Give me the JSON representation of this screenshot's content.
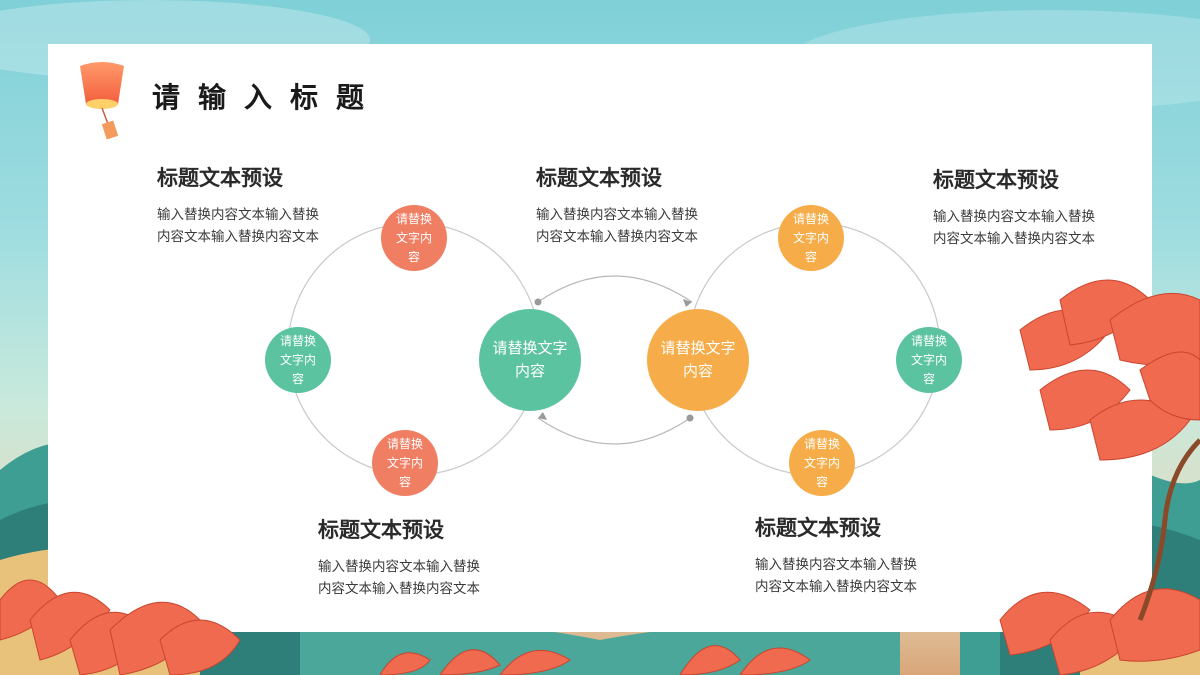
{
  "slide": {
    "title": "请输入标题",
    "colors": {
      "orange_red": "#f07e63",
      "teal": "#5cc3a1",
      "amber": "#f6ad49",
      "ring": "#c9c9c9",
      "text": "#2a2a2a"
    }
  },
  "icons": {
    "lantern": "sky-lantern-icon",
    "flowers": "red-flower-decoration"
  },
  "text_blocks": [
    {
      "heading": "标题文本预设",
      "body": "输入替换内容文本输入替换内容文本输入替换内容文本"
    },
    {
      "heading": "标题文本预设",
      "body": "输入替换内容文本输入替换内容文本输入替换内容文本"
    },
    {
      "heading": "标题文本预设",
      "body": "输入替换内容文本输入替换内容文本输入替换内容文本"
    },
    {
      "heading": "标题文本预设",
      "body": "输入替换内容文本输入替换内容文本输入替换内容文本"
    },
    {
      "heading": "标题文本预设",
      "body": "输入替换内容文本输入替换内容文本输入替换内容文本"
    }
  ],
  "nodes": {
    "left_top": "请替换文字内容",
    "left_side": "请替换文字内容",
    "left_bottom": "请替换文字内容",
    "center_left": "请替换文字内容",
    "center_right": "请替换文字内容",
    "right_top": "请替换文字内容",
    "right_side": "请替换文字内容",
    "right_bottom": "请替换文字内容"
  }
}
